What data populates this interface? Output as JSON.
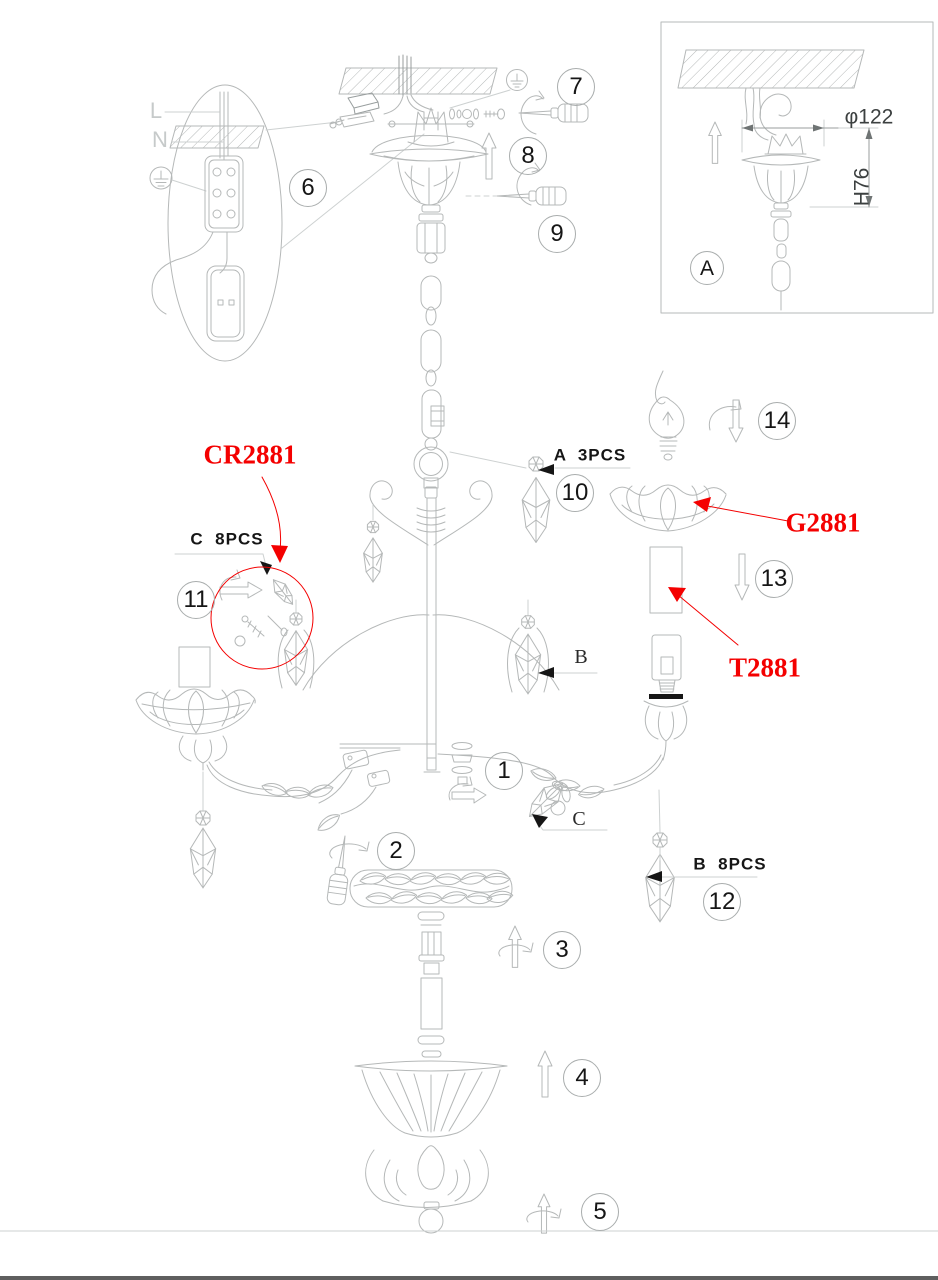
{
  "page": {
    "background": "#ffffff",
    "line_color": "#b5b8b8",
    "annotation_red": "#f40000",
    "text_color": "#1f1f1f"
  },
  "callouts": [
    {
      "label": "1"
    },
    {
      "label": "2"
    },
    {
      "label": "3"
    },
    {
      "label": "4"
    },
    {
      "label": "5"
    },
    {
      "label": "6"
    },
    {
      "label": "7"
    },
    {
      "label": "8"
    },
    {
      "label": "9"
    },
    {
      "label": "10"
    },
    {
      "label": "11"
    },
    {
      "label": "12"
    },
    {
      "label": "13"
    },
    {
      "label": "14"
    }
  ],
  "detail_inset": {
    "label": "A",
    "diameter": "φ122",
    "height": "H76"
  },
  "wiring": {
    "live": "L",
    "neutral": "N"
  },
  "part_tags": {
    "a_qty": "A  3PCS",
    "c_qty": "C  8PCS",
    "b_qty": "B  8PCS",
    "b_point": "B",
    "c_point": "C"
  },
  "red_part_labels": {
    "crystal": "CR2881",
    "bobeche": "G2881",
    "candle_tube": "T2881"
  }
}
